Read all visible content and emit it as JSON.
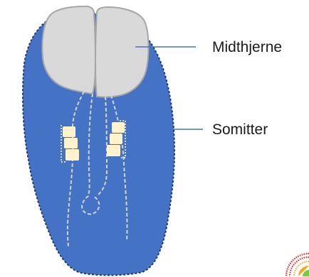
{
  "diagram": {
    "labels": {
      "midbrain": "Midthjerne",
      "somites": "Somitter"
    },
    "colors": {
      "embryo_body": "#4472c4",
      "embryo_outline": "#1f3a6b",
      "midbrain_fill": "#d9d9d9",
      "midbrain_outline": "#a6a6a6",
      "somite_fill": "#fff2cc",
      "neural_line": "#d0d4dc",
      "leader_line": "#4472c4"
    },
    "somite_count_per_side": 3
  }
}
